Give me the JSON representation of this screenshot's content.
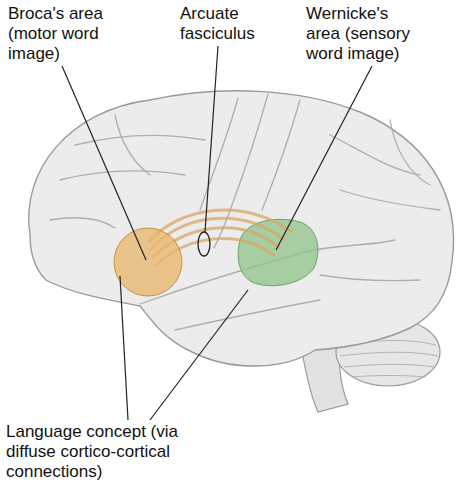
{
  "diagram": {
    "labels": [
      "Broca's area (motor word image)",
      "Arcuate fasciculus",
      "Wernicke's area (sensory word image)",
      "Language concept (via diffuse cortico-cortical connections)"
    ]
  }
}
